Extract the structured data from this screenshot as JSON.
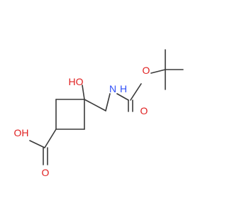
{
  "molecule": {
    "atom_labels": {
      "hydroxyl": "HO",
      "carbamate_n": "N",
      "carbamate_h": "H",
      "ester_o": "O",
      "carbonyl_o_top": "O",
      "acid_oh": "OH",
      "acid_carbonyl_o": "O"
    },
    "colors": {
      "bond": "#3a3a3a",
      "oxygen": "#e02020",
      "nitrogen": "#3050f8"
    }
  }
}
